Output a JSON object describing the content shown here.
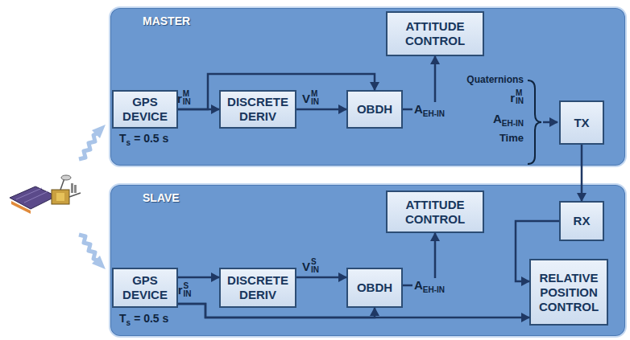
{
  "diagram": {
    "nodes": [
      {
        "text": [
          "MASTER"
        ]
      },
      {
        "text": [
          "GPS DEVICE"
        ],
        "in": 0
      },
      {
        "text": [
          "DISCRETE DERIV"
        ],
        "in": 0
      },
      {
        "text": [
          "OBDH"
        ],
        "in": 0
      },
      {
        "text": [
          "ATTITUDE CONTROL"
        ],
        "in": 0
      },
      {
        "text": [
          "TX"
        ],
        "in": 0
      },
      {
        "text": [
          "SLAVE"
        ]
      },
      {
        "text": [
          "GPS DEVICE"
        ],
        "in": 6
      },
      {
        "text": [
          "DISCRETE DERIV"
        ],
        "in": 6
      },
      {
        "text": [
          "OBDH"
        ],
        "in": 6
      },
      {
        "text": [
          "ATTITUDE CONTROL"
        ],
        "in": 6
      },
      {
        "text": [
          "RX"
        ],
        "in": 6
      },
      {
        "text": [
          "RELATIVE POSITION CONTROL"
        ],
        "in": 6
      }
    ],
    "edges": [
      {
        "from": 1,
        "to": 2,
        "arrow": "to"
      },
      {
        "from": 1,
        "to": 3,
        "arrow": "to"
      },
      {
        "from": 2,
        "to": 3,
        "arrow": "to"
      },
      {
        "from": 3,
        "to": 4,
        "arrow": "to"
      },
      {
        "from": 5,
        "to": 11,
        "arrow": "to"
      },
      {
        "from": 7,
        "to": 8,
        "arrow": "to"
      },
      {
        "from": 7,
        "to": 9,
        "arrow": "to"
      },
      {
        "from": 7,
        "to": 12,
        "arrow": "to"
      },
      {
        "from": 8,
        "to": 9,
        "arrow": "to"
      },
      {
        "from": 9,
        "to": 10,
        "arrow": "to"
      },
      {
        "from": 11,
        "to": 12,
        "arrow": "to"
      }
    ],
    "labels": [
      "r",
      "IN",
      "M",
      "V",
      "IN",
      "M",
      "A",
      "EH-IN",
      "Quaternions",
      "r",
      "IN",
      "M",
      "A",
      "EH-IN",
      "Time",
      "T",
      "s",
      "= 0.5 s",
      "r",
      "IN",
      "S",
      "V",
      "IN",
      "S",
      "A",
      "EH-IN",
      "T",
      "s",
      "= 0.5 s"
    ]
  }
}
